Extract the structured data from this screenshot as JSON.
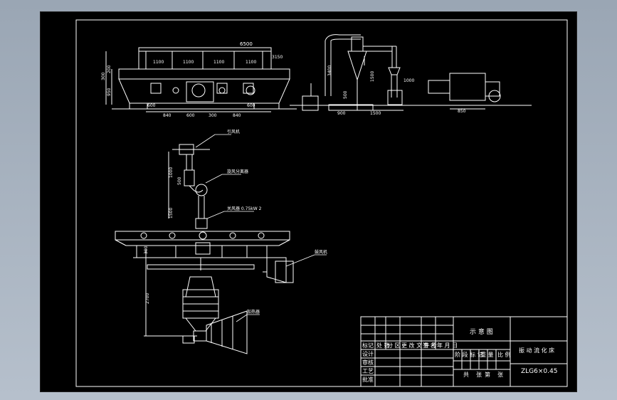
{
  "title_block": {
    "drawing_title": "示 意 图",
    "product_name": "振 动 流 化 床",
    "model": "ZLG6×0.45",
    "row_labels": [
      "标记",
      "设计",
      "审核",
      "工艺",
      "批准"
    ],
    "header_cells": [
      "处 数",
      "分 区",
      "更 改 文 件 号",
      "签 名",
      "年 月 日"
    ],
    "stage_labels": [
      "阶 段 标 记",
      "重 量",
      "比 例"
    ],
    "sheet_labels": [
      "共",
      "张",
      "第",
      "张"
    ]
  },
  "dimensions": {
    "top_overall": "6500",
    "bed_segments": [
      "1100",
      "1100",
      "1100",
      "1100"
    ],
    "bed_bottom": [
      "840",
      "600",
      "300",
      "840",
      "600"
    ],
    "bed_left_total": "300",
    "bed_left_inner": "200",
    "bed_left_height": "950",
    "bed_right": "3150",
    "cyclone_height": "3400",
    "cyclone_bottom_a": "900",
    "cyclone_bottom_b": "1500",
    "cyclone_side": "1500",
    "cyclone_offset": "500",
    "fan_right": "1000",
    "fan_bottom": "850",
    "plan_vertical_a": "1000",
    "plan_vertical_b": "500",
    "plan_vertical_c": "1500",
    "plan_bed_height": "300",
    "plan_bottom_height": "2700"
  },
  "annotations": {
    "note_top": "引风机",
    "note_mid": "旋风分离器",
    "note_valve": "关风器 0.75kW 2",
    "note_right": "鼓风机",
    "note_bottom": "加热器"
  }
}
